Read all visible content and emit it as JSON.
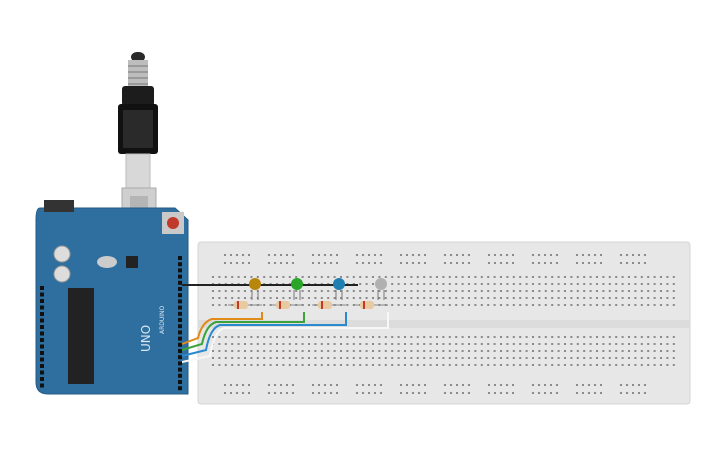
{
  "circuit": {
    "arduino": {
      "model_label": "UNO",
      "brand_label": "ARDUINO",
      "board_color": "#2f6fa0"
    },
    "usb_cable": {
      "icon": "usb-b-cable-icon"
    },
    "breadboard": {
      "color": "#e6e6e6"
    },
    "leds": [
      {
        "name": "orange-led",
        "color": "#b8860b"
      },
      {
        "name": "green-led",
        "color": "#2aa52a"
      },
      {
        "name": "blue-led",
        "color": "#1f7fb0"
      },
      {
        "name": "white-led",
        "color": "#b0b0b0"
      }
    ],
    "wires": [
      {
        "name": "orange-wire",
        "color": "#e08a1a"
      },
      {
        "name": "green-wire",
        "color": "#3aa33a"
      },
      {
        "name": "blue-wire",
        "color": "#2a8ad0"
      },
      {
        "name": "white-wire",
        "color": "#f0f0f0"
      },
      {
        "name": "ground-wire",
        "color": "#222222"
      }
    ],
    "resistors": [
      "resistor-1",
      "resistor-2",
      "resistor-3",
      "resistor-4"
    ]
  }
}
